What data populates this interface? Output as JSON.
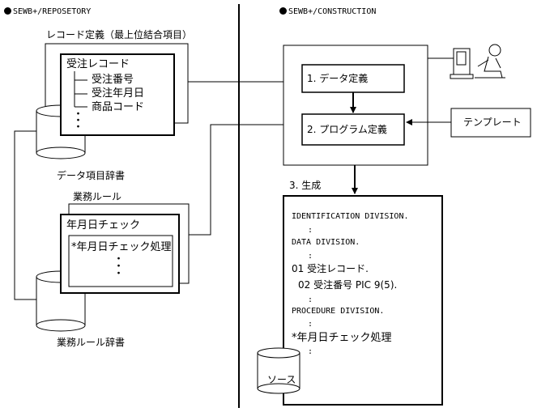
{
  "left": {
    "header": "SEWB+/REPOSETORY",
    "record_def_label": "レコード定義（最上位結合項目）",
    "record_name": "受注レコード",
    "fields": [
      "受注番号",
      "受注年月日",
      "商品コード"
    ],
    "dictionary_label": "データ項目辞書",
    "rule_label": "業務ルール",
    "rule_name": "年月日チェック",
    "rule_item": "*年月日チェック処理",
    "rule_dictionary_label": "業務ルール辞書"
  },
  "right": {
    "header": "SEWB+/CONSTRUCTION",
    "step1": "1. データ定義",
    "step2": "2. プログラム定義",
    "template": "テンプレート",
    "generate": "3. 生成",
    "source_label": "ソース",
    "source_lines": [
      "IDENTIFICATION DIVISION.",
      ":",
      "DATA DIVISION.",
      ":",
      "01  受注レコード.",
      "02  受注番号    PIC  9(5).",
      ":",
      "PROCEDURE DIVISION.",
      ":",
      "*年月日チェック処理",
      ":"
    ]
  }
}
